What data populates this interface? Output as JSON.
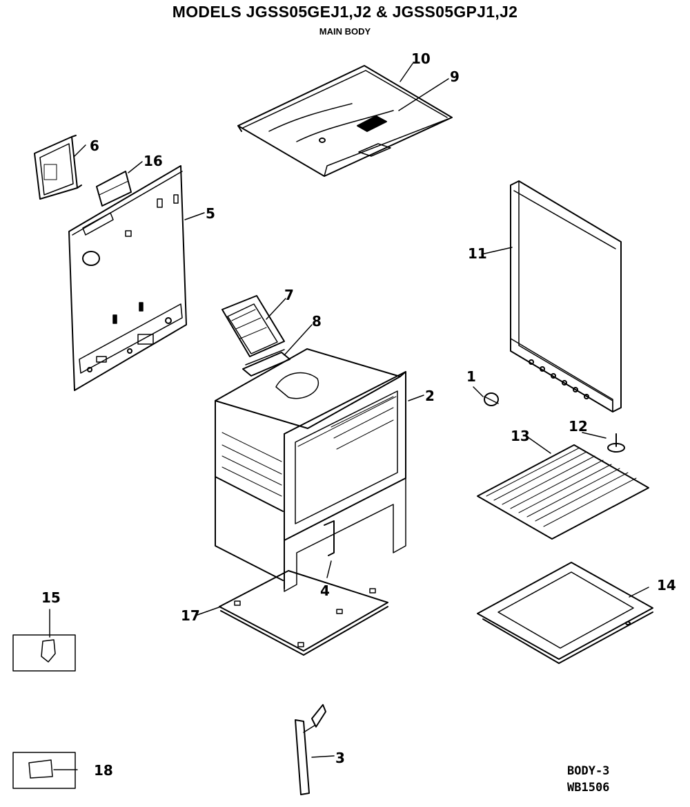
{
  "header": {
    "title": "MODELS JGSS05GEJ1,J2 & JGSS05GPJ1,J2",
    "subtitle": "MAIN BODY"
  },
  "footer": {
    "code": "BODY-3",
    "ref": "WB1506"
  },
  "callouts": {
    "c1": "1",
    "c2": "2",
    "c3": "3",
    "c4": "4",
    "c5": "5",
    "c6": "6",
    "c7": "7",
    "c8": "8",
    "c9": "9",
    "c10": "10",
    "c11": "11",
    "c12": "12",
    "c13": "13",
    "c14": "14",
    "c15": "15",
    "c16": "16",
    "c17": "17",
    "c18": "18"
  }
}
